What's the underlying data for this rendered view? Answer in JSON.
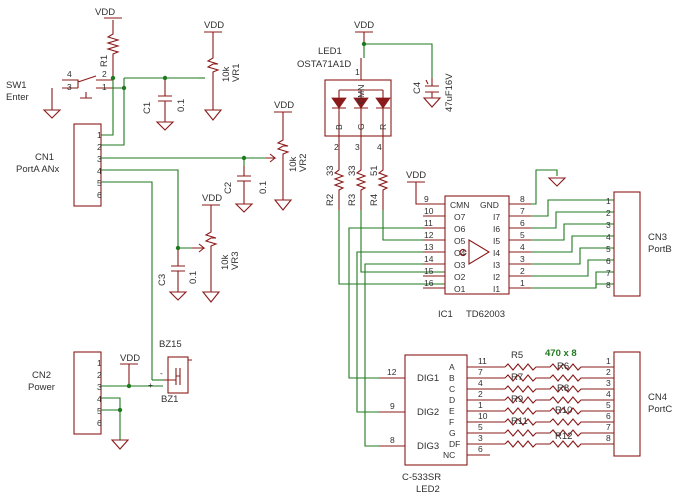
{
  "vdd": "VDD",
  "sw1": {
    "name": "SW1",
    "value": "Enter",
    "pins": [
      "4",
      "3",
      "2",
      "1"
    ]
  },
  "r1": "R1",
  "vr1": {
    "name": "VR1",
    "value": "10k"
  },
  "c1": {
    "name": "C1",
    "value": "0.1"
  },
  "cn1": {
    "name": "CN1",
    "value": "PortA ANx",
    "pins": [
      "1",
      "2",
      "3",
      "4",
      "5",
      "6"
    ]
  },
  "vr2": {
    "name": "VR2",
    "value": "10k"
  },
  "c2": {
    "name": "C2",
    "value": "0.1"
  },
  "vr3": {
    "name": "VR3",
    "value": "10k"
  },
  "c3": {
    "name": "C3",
    "value": "0.1"
  },
  "led1": {
    "name": "LED1",
    "value": "OSTA71A1D",
    "parts": [
      "B",
      "G",
      "CMN",
      "R"
    ],
    "pins": [
      "1",
      "2",
      "3",
      "4"
    ]
  },
  "c4": {
    "name": "C4",
    "value": "47uF16V"
  },
  "r2": {
    "name": "R2",
    "value": "33"
  },
  "r3": {
    "name": "R3",
    "value": "33"
  },
  "r4": {
    "name": "R4",
    "value": "51"
  },
  "ic1": {
    "name": "IC1",
    "value": "TD62003",
    "left": [
      {
        "pin": "9",
        "label": "CMN"
      },
      {
        "pin": "10",
        "label": "O7"
      },
      {
        "pin": "11",
        "label": "O6"
      },
      {
        "pin": "12",
        "label": "O5"
      },
      {
        "pin": "13",
        "label": "O4"
      },
      {
        "pin": "14",
        "label": "O3"
      },
      {
        "pin": "15",
        "label": "O2"
      },
      {
        "pin": "16",
        "label": "O1"
      }
    ],
    "right": [
      {
        "pin": "8",
        "label": "GND"
      },
      {
        "pin": "7",
        "label": "I7"
      },
      {
        "pin": "6",
        "label": "I6"
      },
      {
        "pin": "5",
        "label": "I5"
      },
      {
        "pin": "4",
        "label": "I4"
      },
      {
        "pin": "3",
        "label": "I3"
      },
      {
        "pin": "2",
        "label": "I2"
      },
      {
        "pin": "1",
        "label": "I1"
      }
    ]
  },
  "cn3": {
    "name": "CN3",
    "value": "PortB",
    "pins": [
      "1",
      "2",
      "3",
      "4",
      "5",
      "6",
      "7",
      "8"
    ]
  },
  "cn2": {
    "name": "CN2",
    "value": "Power",
    "pins": [
      "1",
      "2",
      "3",
      "4",
      "5",
      "6"
    ]
  },
  "bz": {
    "name": "BZ1",
    "value": "BZ15",
    "plus": "+",
    "minus": "-"
  },
  "led2": {
    "name": "LED2",
    "value": "C-533SR",
    "left": [
      {
        "pin": "12",
        "label": "DIG1"
      },
      {
        "pin": "9",
        "label": "DIG2"
      },
      {
        "pin": "8",
        "label": "DIG3"
      }
    ],
    "right": [
      {
        "pin": "11",
        "label": "A"
      },
      {
        "pin": "7",
        "label": "B"
      },
      {
        "pin": "4",
        "label": "C"
      },
      {
        "pin": "2",
        "label": "D"
      },
      {
        "pin": "1",
        "label": "E"
      },
      {
        "pin": "10",
        "label": "F"
      },
      {
        "pin": "5",
        "label": "G"
      },
      {
        "pin": "3",
        "label": "DF"
      },
      {
        "pin": "6",
        "label": "NC"
      }
    ]
  },
  "res8": {
    "value": "470 x 8",
    "names": [
      "R5",
      "R6",
      "R7",
      "R8",
      "R9",
      "R10",
      "R11",
      "R12"
    ]
  },
  "cn4": {
    "name": "CN4",
    "value": "PortC",
    "pins": [
      "1",
      "2",
      "3",
      "4",
      "5",
      "6",
      "7",
      "8"
    ]
  }
}
